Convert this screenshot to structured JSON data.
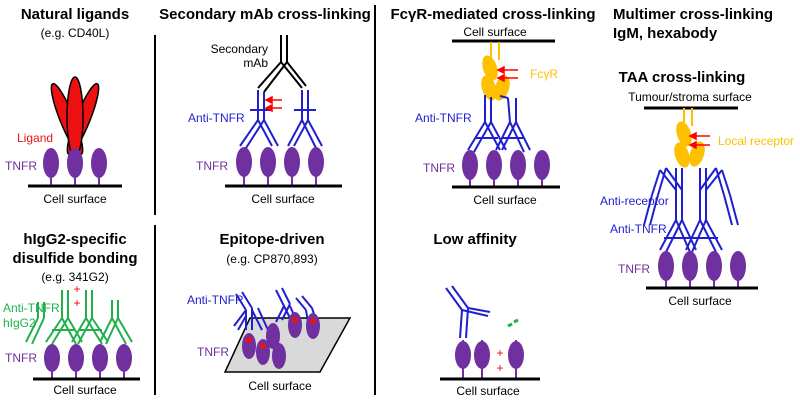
{
  "colors": {
    "tnfr": "#7030a0",
    "antibody_blue": "#1f1fd0",
    "igg2_green": "#21b04b",
    "fcr_yellow": "#ffc000",
    "ligand_red": "#ee1111",
    "plus_red": "#ff0000",
    "membrane": "#000000",
    "plane_gray": "#d9d9d9"
  },
  "panels": {
    "natural": {
      "title": "Natural ligands",
      "subtitle": "(e.g. CD40L)",
      "ligand_label": "Ligand",
      "tnfr_label": "TNFR",
      "surface_label": "Cell surface"
    },
    "secondary": {
      "title": "Secondary mAb cross-linking",
      "secondary_label_1": "Secondary",
      "secondary_label_2": "mAb",
      "antibody_label": "Anti-TNFR",
      "tnfr_label": "TNFR",
      "surface_label": "Cell surface"
    },
    "fcgr": {
      "title": "FcγR-mediated cross-linking",
      "top_surface_label": "Cell surface",
      "receptor_label": "FcγR",
      "antibody_label": "Anti-TNFR",
      "tnfr_label": "TNFR",
      "surface_label": "Cell surface"
    },
    "multimer": {
      "title_1": "Multimer cross-linking",
      "title_2": "IgM, hexabody"
    },
    "taa": {
      "title": "TAA cross-linking",
      "top_surface_label": "Tumour/stroma surface",
      "receptor_label": "Local receptor",
      "anti_receptor_label": "Anti-receptor",
      "antibody_label": "Anti-TNFR",
      "tnfr_label": "TNFR",
      "surface_label": "Cell surface"
    },
    "igg2": {
      "title_1": "hIgG2-specific",
      "title_2": "disulfide bonding",
      "subtitle": "(e.g. 341G2)",
      "antibody_label_1": "Anti-TNFR",
      "antibody_label_2": "hIgG2",
      "plus_1": "+",
      "plus_2": "+",
      "tnfr_label": "TNFR",
      "surface_label": "Cell surface"
    },
    "epitope": {
      "title": "Epitope-driven",
      "subtitle": "(e.g. CP870,893)",
      "antibody_label": "Anti-TNFR",
      "tnfr_label": "TNFR",
      "surface_label": "Cell surface"
    },
    "lowaff": {
      "title": "Low affinity",
      "plus_1": "+",
      "plus_2": "+",
      "surface_label": "Cell surface"
    }
  }
}
